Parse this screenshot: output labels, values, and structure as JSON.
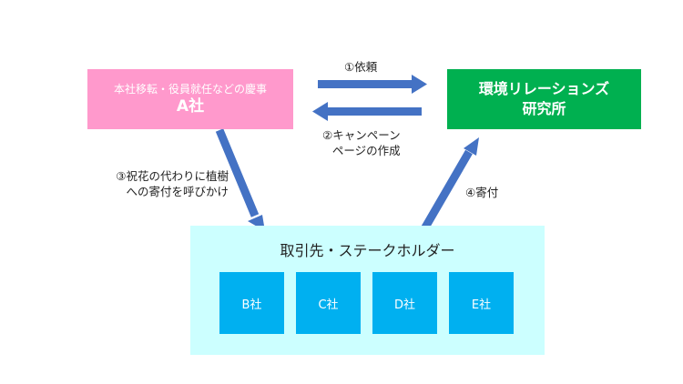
{
  "company_a": {
    "subtitle": "本社移転・役員就任などの慶事",
    "name": "A社",
    "color": "#ff99cc"
  },
  "institute": {
    "line1": "環境リレーションズ",
    "line2": "研究所",
    "color": "#00b050"
  },
  "stakeholders": {
    "title": "取引先・ステークホルダー",
    "color": "#ccffff",
    "companies": [
      "B社",
      "C社",
      "D社",
      "E社"
    ],
    "company_color": "#00b0f0"
  },
  "arrows": {
    "request": "①依頼",
    "campaign_line1": "②キャンペーン",
    "campaign_line2": "ページの作成",
    "call_line1": "③祝花の代わりに植樹",
    "call_line2": "への寄付を呼びかけ",
    "donation": "④寄付",
    "color": "#4472c4"
  }
}
